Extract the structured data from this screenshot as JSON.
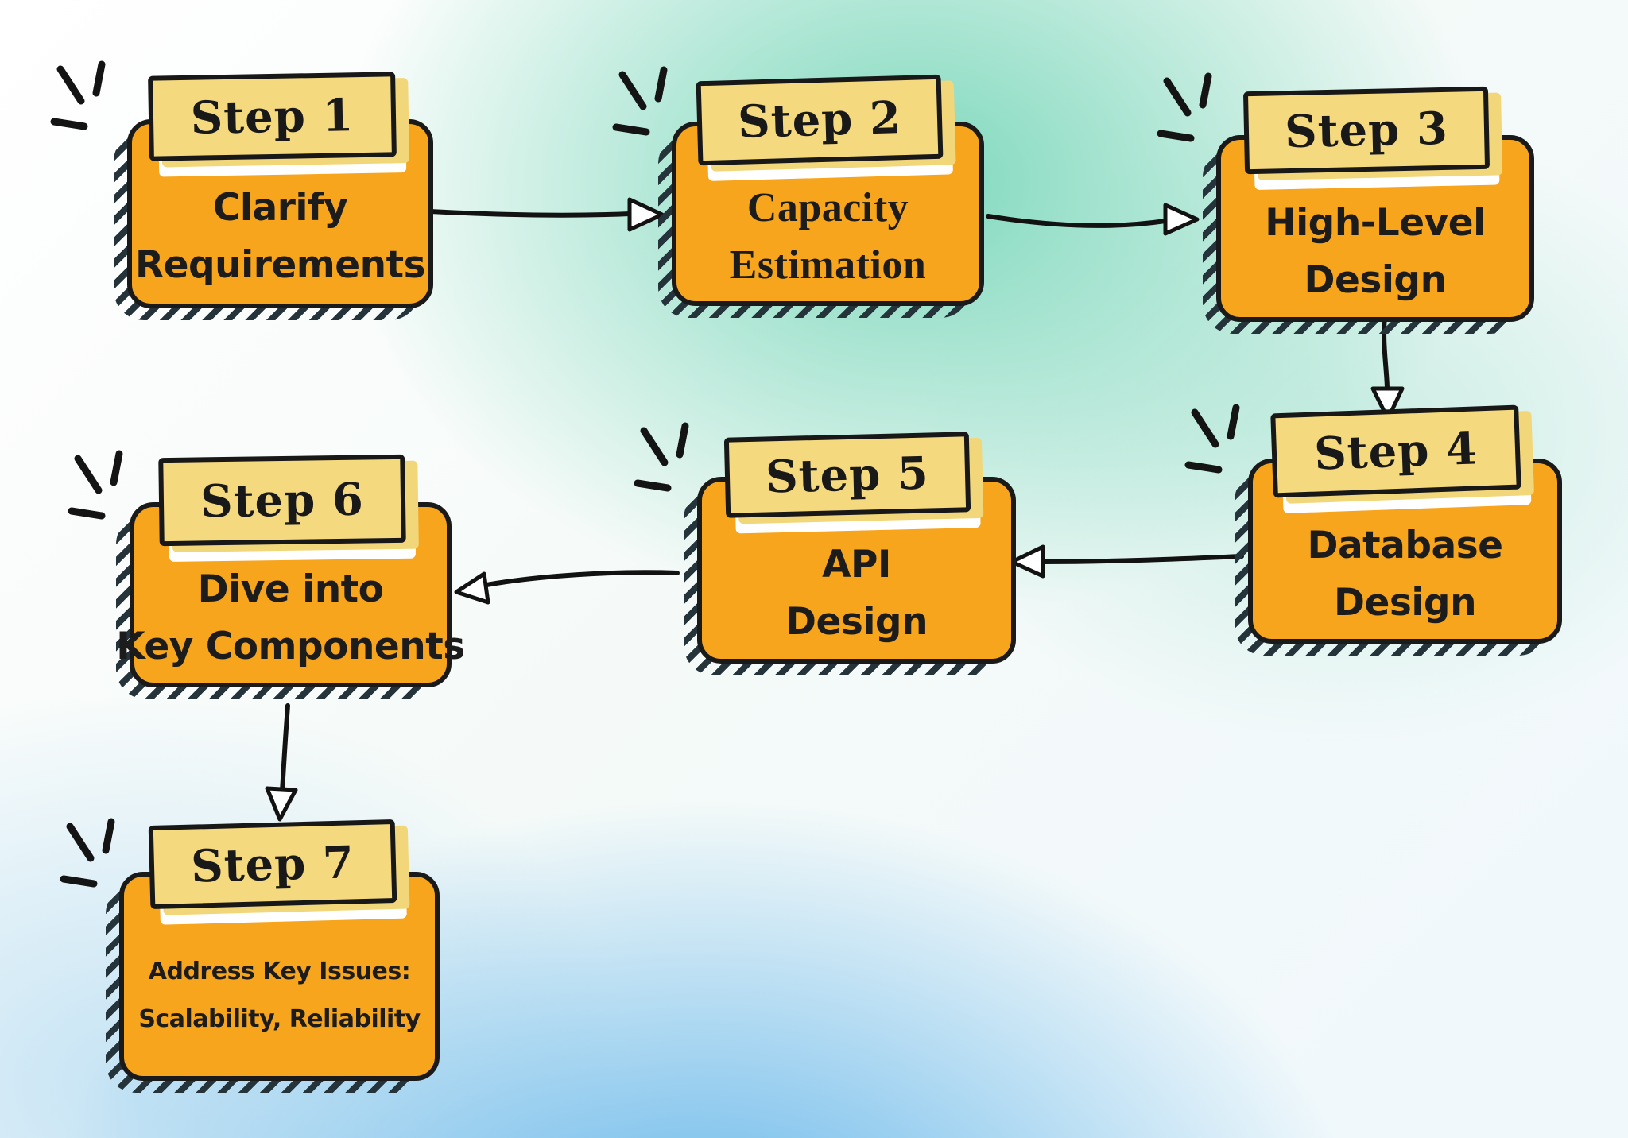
{
  "diagram": {
    "kind": "flowchart",
    "theme": "hand-drawn sticky-note steps",
    "colors": {
      "card_fill": "#F6A51C",
      "tab_fill": "#F5D97E",
      "outline": "#1a1a1a",
      "hatch_shadow": "#25333a",
      "arrow": "#121212",
      "bg_teal": "#76D6B8",
      "bg_blue": "#54AEE8"
    }
  },
  "steps": [
    {
      "label": "Step 1",
      "lines": [
        "Clarify",
        "Requirements"
      ]
    },
    {
      "label": "Step 2",
      "lines": [
        "Capacity",
        "Estimation"
      ]
    },
    {
      "label": "Step 3",
      "lines": [
        "High-Level",
        "Design"
      ]
    },
    {
      "label": "Step 4",
      "lines": [
        "Database",
        "Design"
      ]
    },
    {
      "label": "Step 5",
      "lines": [
        "API",
        "Design"
      ]
    },
    {
      "label": "Step 6",
      "lines": [
        "Dive into",
        "Key Components"
      ]
    },
    {
      "label": "Step 7",
      "lines": [
        "Address Key Issues:",
        "Scalability, Reliability"
      ]
    }
  ],
  "connections": [
    {
      "from": "Step 1",
      "to": "Step 2"
    },
    {
      "from": "Step 2",
      "to": "Step 3"
    },
    {
      "from": "Step 3",
      "to": "Step 4"
    },
    {
      "from": "Step 4",
      "to": "Step 5"
    },
    {
      "from": "Step 5",
      "to": "Step 6"
    },
    {
      "from": "Step 6",
      "to": "Step 7"
    }
  ]
}
